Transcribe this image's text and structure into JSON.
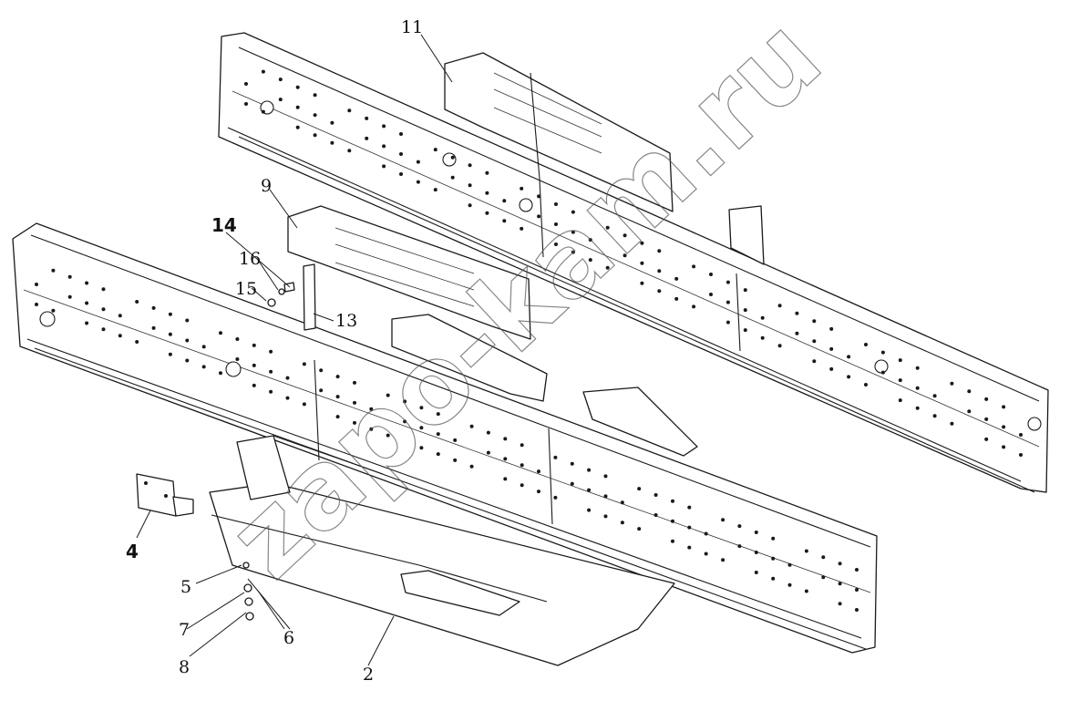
{
  "diagram": {
    "watermark": "zapo-kam.ru",
    "callouts": [
      {
        "id": "11",
        "label": "11"
      },
      {
        "id": "9",
        "label": "9"
      },
      {
        "id": "14",
        "label": "14"
      },
      {
        "id": "16",
        "label": "16"
      },
      {
        "id": "15",
        "label": "15"
      },
      {
        "id": "13",
        "label": "13"
      },
      {
        "id": "4",
        "label": "4"
      },
      {
        "id": "5",
        "label": "5"
      },
      {
        "id": "7",
        "label": "7"
      },
      {
        "id": "8",
        "label": "8"
      },
      {
        "id": "6",
        "label": "6"
      },
      {
        "id": "2",
        "label": "2"
      }
    ],
    "colors": {
      "line": "#1a1a1a",
      "background": "#ffffff"
    }
  }
}
